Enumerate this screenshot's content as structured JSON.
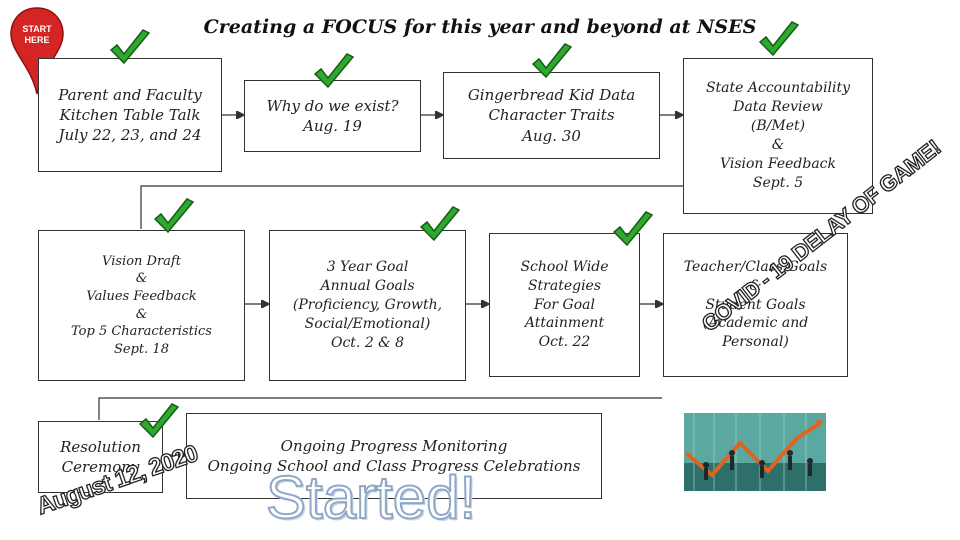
{
  "title": "Creating a FOCUS for this year and beyond at NSES",
  "start_pin": {
    "line1": "START",
    "line2": "HERE"
  },
  "steps": [
    {
      "lines": [
        "Parent and Faculty",
        "Kitchen Table Talk",
        "July 22, 23, and 24"
      ]
    },
    {
      "lines": [
        "Why do we exist?",
        "Aug. 19"
      ]
    },
    {
      "lines": [
        "Gingerbread Kid Data",
        "Character Traits",
        "Aug. 30"
      ]
    },
    {
      "lines": [
        "State Accountability",
        "Data Review",
        "(B/Met)",
        "&",
        "Vision Feedback",
        "Sept. 5"
      ]
    },
    {
      "lines": [
        "Vision Draft",
        "&",
        "Values Feedback",
        "&",
        "Top 5 Characteristics",
        "Sept. 18"
      ]
    },
    {
      "lines": [
        "3 Year Goal",
        "Annual Goals",
        "(Proficiency, Growth,",
        "Social/Emotional)",
        "Oct. 2 & 8"
      ]
    },
    {
      "lines": [
        "School Wide",
        "Strategies",
        "For Goal",
        "Attainment",
        "Oct. 22"
      ]
    },
    {
      "lines": [
        "Teacher/Class Goals",
        "&",
        "Student Goals",
        "(Academic and",
        "Personal)"
      ]
    },
    {
      "lines": [
        "Resolution",
        "Ceremony"
      ]
    },
    {
      "lines": [
        "Ongoing Progress Monitoring",
        "Ongoing School and Class Progress Celebrations"
      ]
    }
  ],
  "covid_label": "COVID - 19 DELAY OF GAME!",
  "date_stamp": "August 12, 2020",
  "started_label": "Started!",
  "colors": {
    "check": "#2fa82f",
    "pin": "#d42424",
    "photo_bg": "#5aa8a0",
    "photo_line": "#e0641e"
  }
}
